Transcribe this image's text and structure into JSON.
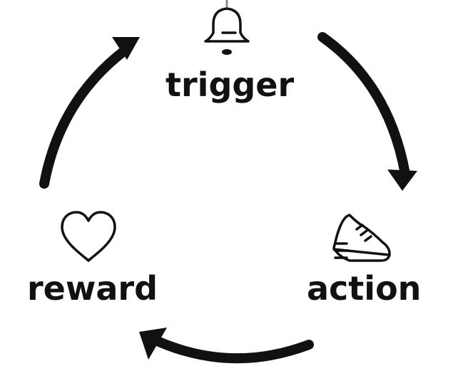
{
  "stages": {
    "trigger": {
      "label": "trigger",
      "icon": "bell-icon"
    },
    "action": {
      "label": "action",
      "icon": "running-shoe-icon"
    },
    "reward": {
      "label": "reward",
      "icon": "heart-icon"
    }
  },
  "colors": {
    "ink": "#111111",
    "background": "#ffffff"
  }
}
